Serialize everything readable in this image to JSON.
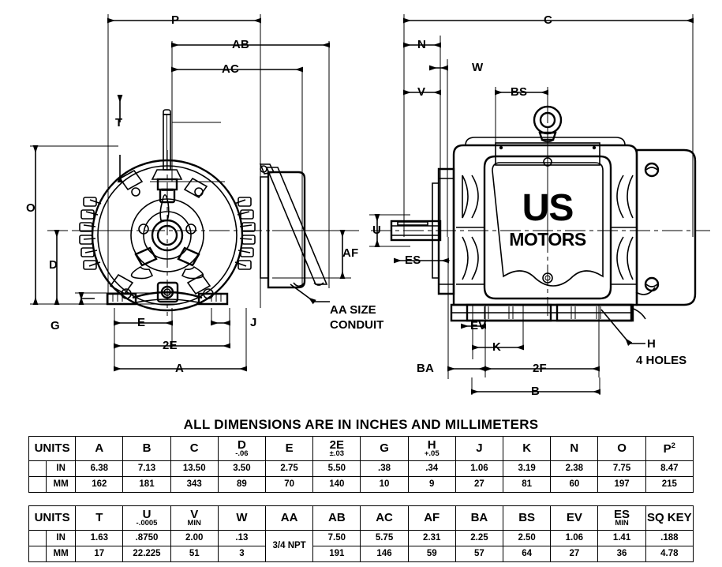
{
  "drawing": {
    "title": "ALL DIMENSIONS ARE IN INCHES AND MILLIMETERS",
    "brand_line1": "US",
    "brand_line2": "MOTORS",
    "notes": {
      "conduit_line1": "AA SIZE",
      "conduit_line2": "CONDUIT",
      "holes_label": "H",
      "holes_line2": "4 HOLES"
    },
    "front_view_dimensions": [
      "P",
      "AB",
      "AC",
      "T",
      "O",
      "D",
      "G",
      "E",
      "2E",
      "A",
      "J",
      "AF"
    ],
    "side_view_dimensions": [
      "C",
      "N",
      "W",
      "V",
      "BS",
      "U",
      "ES",
      "EV",
      "K",
      "BA",
      "2F",
      "B"
    ]
  },
  "table1": {
    "units_header": "UNITS",
    "row_labels": [
      "IN",
      "MM"
    ],
    "columns": [
      {
        "name": "A",
        "sub": "",
        "sup": ""
      },
      {
        "name": "B",
        "sub": "",
        "sup": ""
      },
      {
        "name": "C",
        "sub": "",
        "sup": ""
      },
      {
        "name": "D",
        "sub": "-.06",
        "sup": ""
      },
      {
        "name": "E",
        "sub": "",
        "sup": ""
      },
      {
        "name": "2E",
        "sub": "±.03",
        "sup": ""
      },
      {
        "name": "G",
        "sub": "",
        "sup": ""
      },
      {
        "name": "H",
        "sub": "+.05",
        "sup": ""
      },
      {
        "name": "J",
        "sub": "",
        "sup": ""
      },
      {
        "name": "K",
        "sub": "",
        "sup": ""
      },
      {
        "name": "N",
        "sub": "",
        "sup": ""
      },
      {
        "name": "O",
        "sub": "",
        "sup": ""
      },
      {
        "name": "P",
        "sub": "",
        "sup": "2"
      }
    ],
    "rows": {
      "IN": [
        "6.38",
        "7.13",
        "13.50",
        "3.50",
        "2.75",
        "5.50",
        ".38",
        ".34",
        "1.06",
        "3.19",
        "2.38",
        "7.75",
        "8.47"
      ],
      "MM": [
        "162",
        "181",
        "343",
        "89",
        "70",
        "140",
        "10",
        "9",
        "27",
        "81",
        "60",
        "197",
        "215"
      ]
    }
  },
  "table2": {
    "units_header": "UNITS",
    "row_labels": [
      "IN",
      "MM"
    ],
    "columns": [
      {
        "name": "T",
        "sub": "",
        "sup": ""
      },
      {
        "name": "U",
        "sub": "-.0005",
        "sup": ""
      },
      {
        "name": "V",
        "sub": "MIN",
        "sup": ""
      },
      {
        "name": "W",
        "sub": "",
        "sup": ""
      },
      {
        "name": "AA",
        "sub": "",
        "sup": ""
      },
      {
        "name": "AB",
        "sub": "",
        "sup": ""
      },
      {
        "name": "AC",
        "sub": "",
        "sup": ""
      },
      {
        "name": "AF",
        "sub": "",
        "sup": ""
      },
      {
        "name": "BA",
        "sub": "",
        "sup": ""
      },
      {
        "name": "BS",
        "sub": "",
        "sup": ""
      },
      {
        "name": "EV",
        "sub": "",
        "sup": ""
      },
      {
        "name": "ES",
        "sub": "MIN",
        "sup": ""
      },
      {
        "name": "SQ KEY",
        "sub": "",
        "sup": ""
      }
    ],
    "merged_aa_value": "3/4 NPT",
    "rows": {
      "IN": [
        "1.63",
        ".8750",
        "2.00",
        ".13",
        "7.50",
        "5.75",
        "2.31",
        "2.25",
        "2.50",
        "1.06",
        "1.41",
        ".188"
      ],
      "MM": [
        "17",
        "22.225",
        "51",
        "3",
        "191",
        "146",
        "59",
        "57",
        "64",
        "27",
        "36",
        "4.78"
      ]
    }
  }
}
